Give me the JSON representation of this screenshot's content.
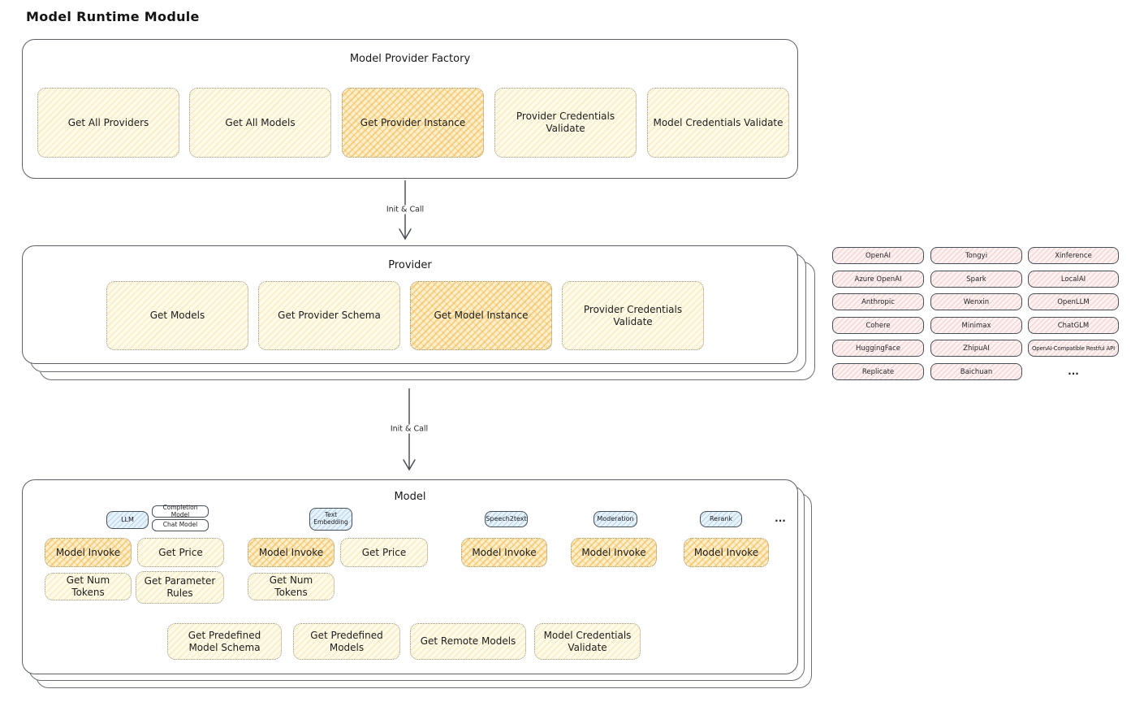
{
  "page_title": "Model Runtime Module",
  "palette": {
    "node_cream": "#fdf6dd",
    "node_highlight": "#f7d08a",
    "provider_pink": "#fbe9e9",
    "type_tag_blue": "#dbeaf7",
    "outline": "#5a5f66"
  },
  "factory": {
    "title": "Model Provider Factory",
    "buttons": [
      {
        "label": "Get All Providers",
        "highlighted": false
      },
      {
        "label": "Get All Models",
        "highlighted": false
      },
      {
        "label": "Get Provider Instance",
        "highlighted": true
      },
      {
        "label": "Provider Credentials Validate",
        "highlighted": false
      },
      {
        "label": "Model Credentials Validate",
        "highlighted": false
      }
    ]
  },
  "arrows": {
    "first_label": "Init & Call",
    "second_label": "Init & Call"
  },
  "provider": {
    "title": "Provider",
    "buttons": [
      {
        "label": "Get Models",
        "highlighted": false
      },
      {
        "label": "Get Provider Schema",
        "highlighted": false
      },
      {
        "label": "Get Model Instance",
        "highlighted": true
      },
      {
        "label": "Provider Credentials Validate",
        "highlighted": false
      }
    ]
  },
  "providers_list": {
    "columns": [
      [
        "OpenAI",
        "Azure OpenAI",
        "Anthropic",
        "Cohere",
        "HuggingFace",
        "Replicate"
      ],
      [
        "Tongyi",
        "Spark",
        "Wenxin",
        "Minimax",
        "ZhipuAI",
        "Baichuan"
      ],
      [
        "Xinference",
        "LocalAI",
        "OpenLLM",
        "ChatGLM",
        "OpenAI-Compatible Restful API"
      ]
    ],
    "more": "..."
  },
  "model": {
    "title": "Model",
    "types": {
      "llm": "LLM",
      "completion": "Completion Model",
      "chat": "Chat Model",
      "text_embedding": "Text Embedding",
      "speech2text": "Speech2text",
      "moderation": "Moderation",
      "rerank": "Rerank",
      "more": "..."
    },
    "buttons": {
      "llm_invoke": "Model Invoke",
      "llm_price": "Get Price",
      "llm_tokens": "Get Num Tokens",
      "llm_rules": "Get Parameter Rules",
      "te_invoke": "Model Invoke",
      "te_price": "Get Price",
      "te_tokens": "Get Num Tokens",
      "s2t_invoke": "Model Invoke",
      "moderation_invoke": "Model Invoke",
      "rerank_invoke": "Model Invoke"
    },
    "bottom_buttons": [
      "Get Predefined Model Schema",
      "Get Predefined Models",
      "Get Remote Models",
      "Model Credentials Validate"
    ]
  }
}
